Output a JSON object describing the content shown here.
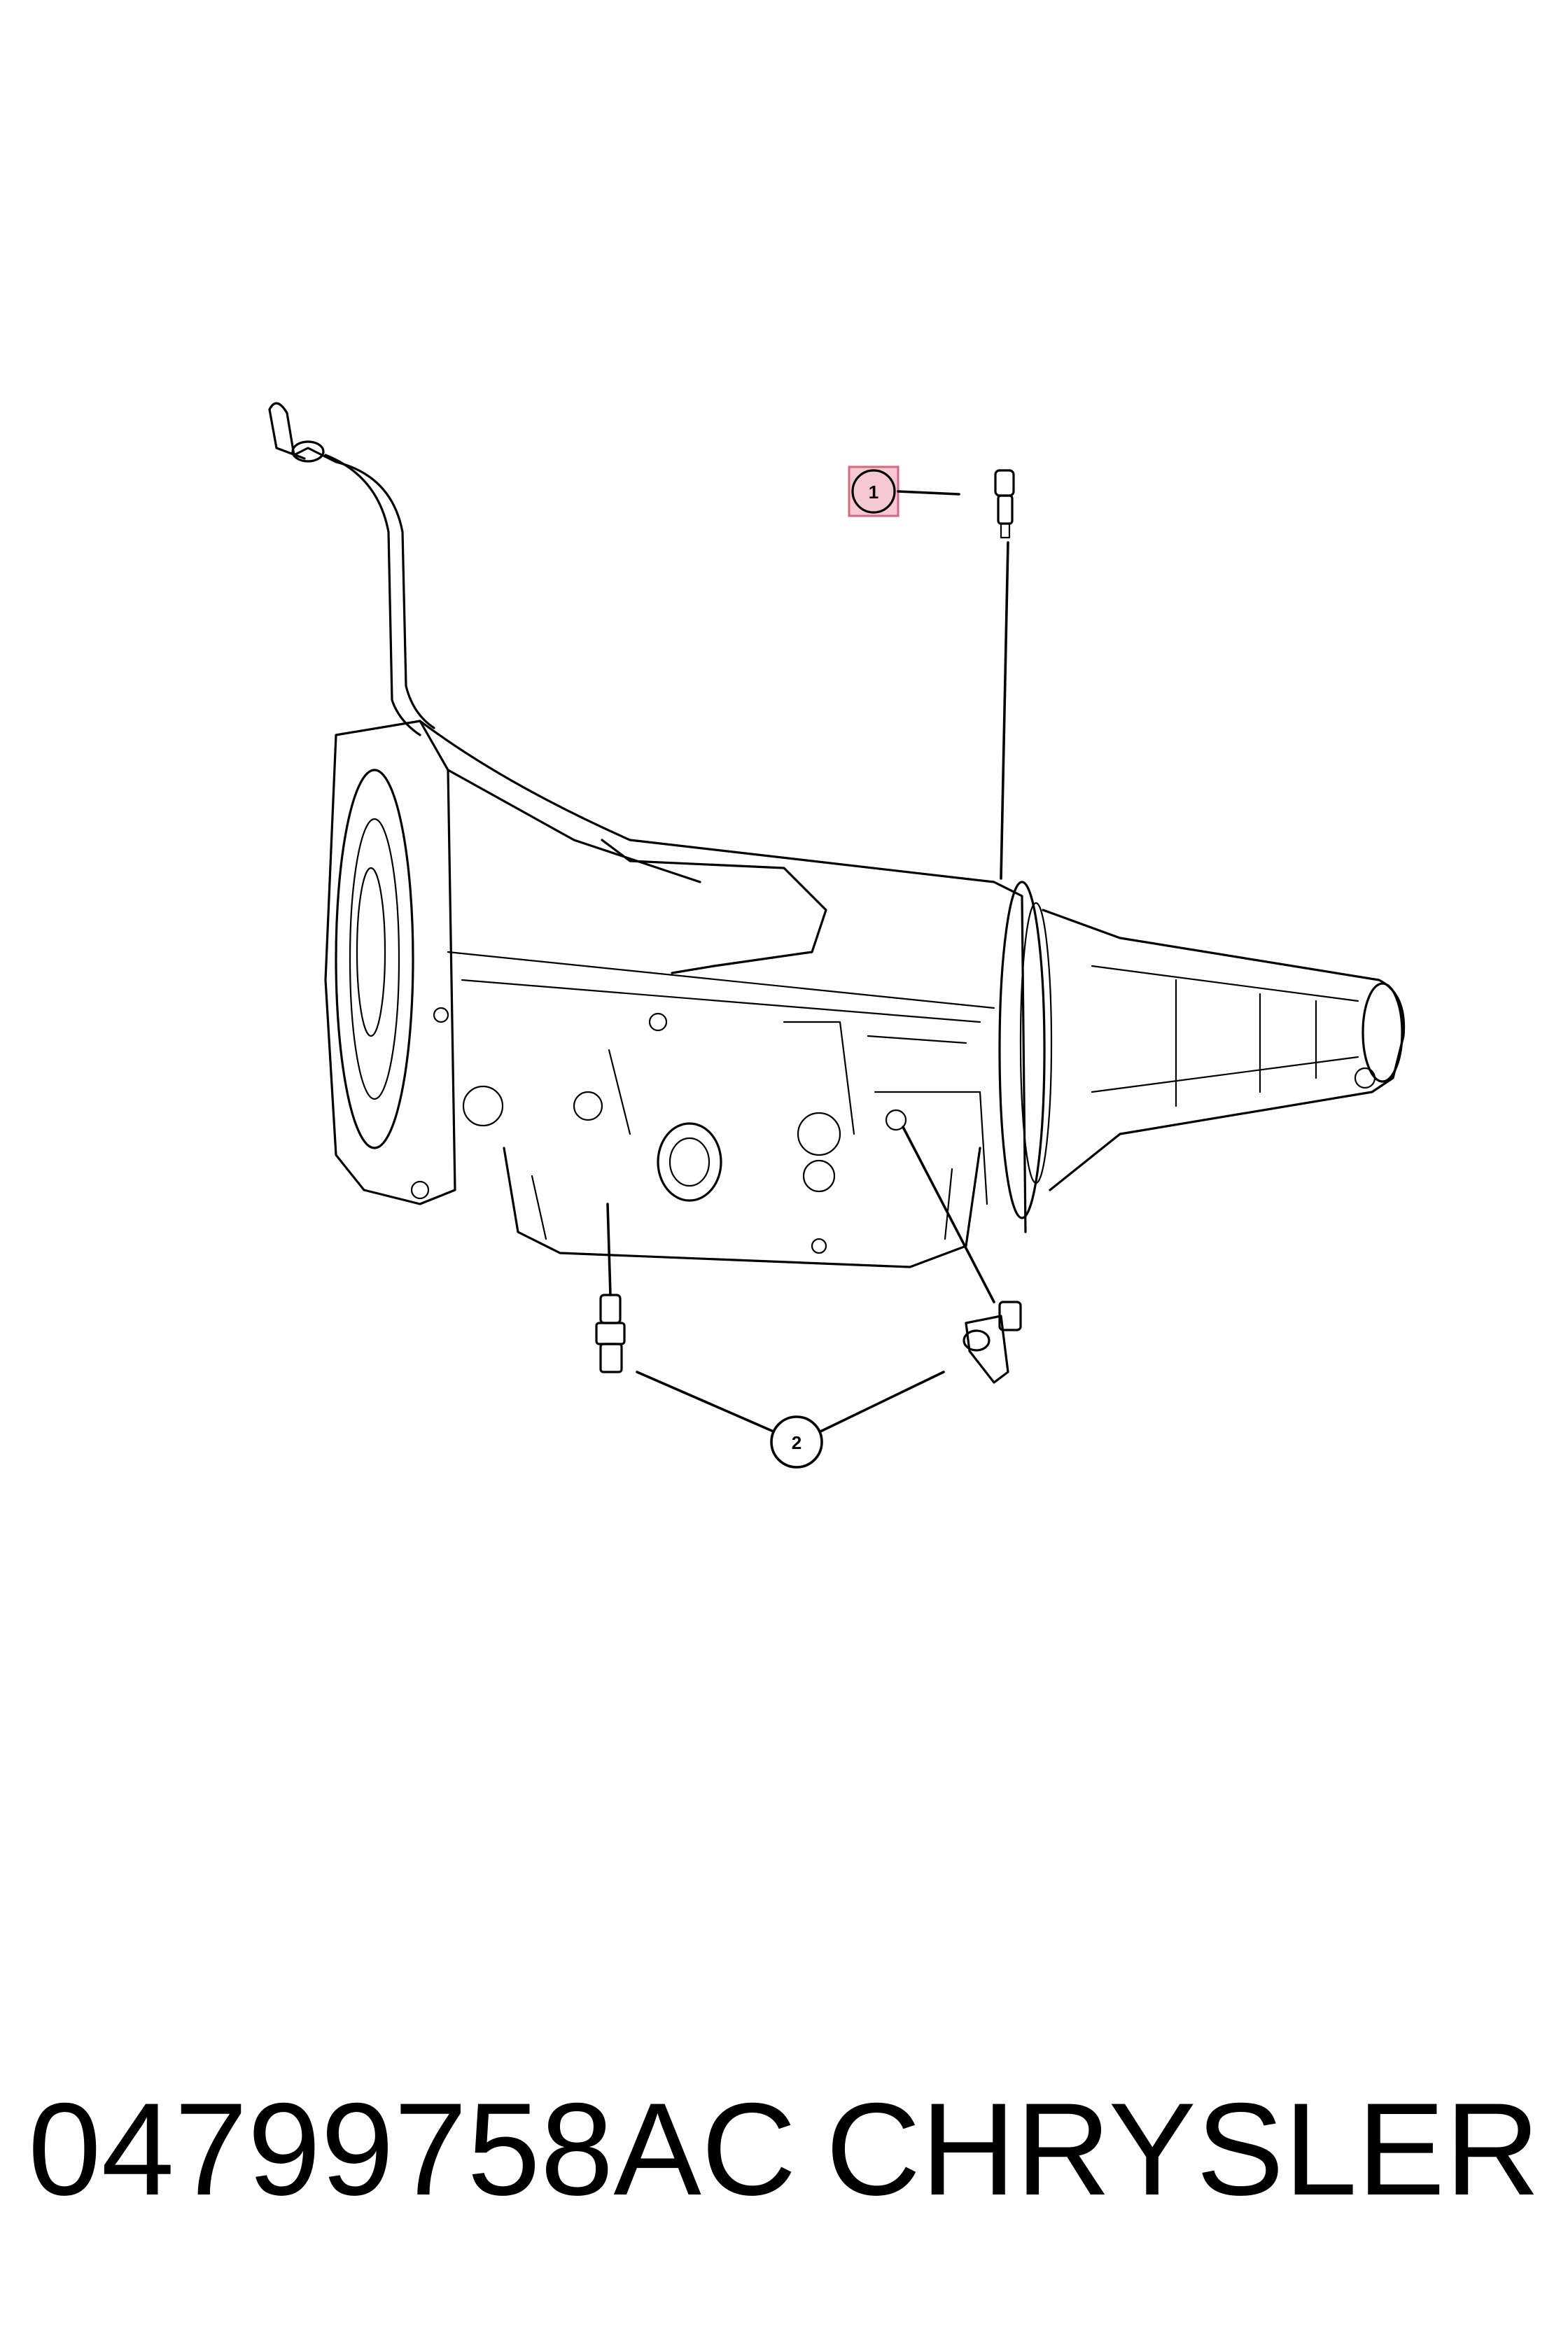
{
  "diagram": {
    "callouts": [
      {
        "label": "1",
        "highlighted": true
      },
      {
        "label": "2",
        "highlighted": false
      }
    ],
    "highlight_color": "#f4c9d2",
    "highlight_border": "#d9657e"
  },
  "caption": {
    "part_number": "04799758AC",
    "brand": "CHRYSLER"
  }
}
